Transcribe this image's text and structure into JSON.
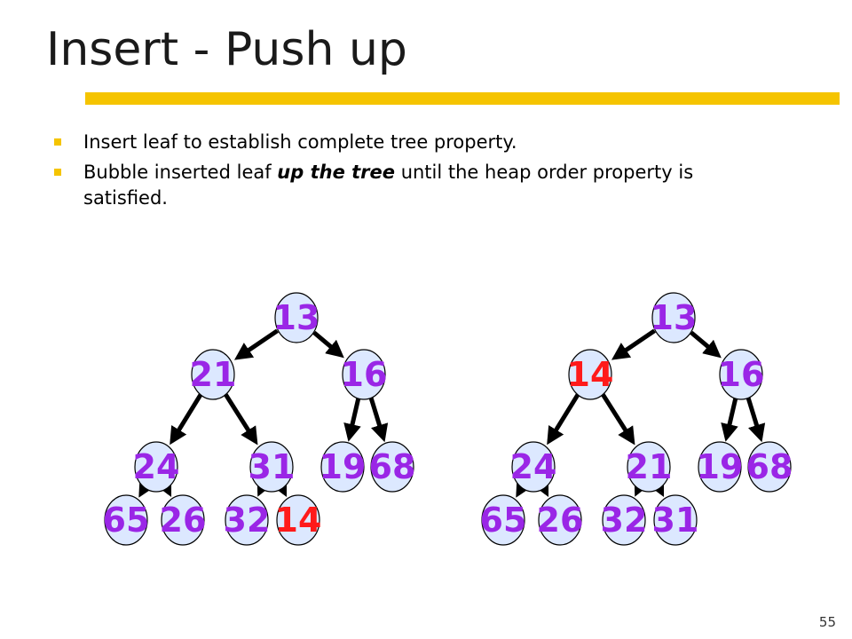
{
  "slide": {
    "title": "Insert - Push up",
    "bullets": [
      {
        "pre": "Insert leaf to establish complete tree property.",
        "em": "",
        "post": ""
      },
      {
        "pre": "Bubble inserted leaf ",
        "em": "up the tree",
        "post": " until the heap order property is satisfied."
      }
    ],
    "page_number": "55"
  },
  "colors": {
    "accent_bar": "#f5c400",
    "bullet": "#f5c400",
    "node_fill": "#dce8ff",
    "node_stroke": "#000000",
    "label_default": "#9a26e6",
    "label_highlight": "#ff1a1a",
    "edge": "#000000"
  },
  "trees": [
    {
      "name": "before",
      "nodes": [
        {
          "id": "r",
          "label": "13",
          "highlight": false
        },
        {
          "id": "a",
          "label": "21",
          "highlight": false
        },
        {
          "id": "b",
          "label": "16",
          "highlight": false
        },
        {
          "id": "c",
          "label": "24",
          "highlight": false
        },
        {
          "id": "d",
          "label": "31",
          "highlight": false
        },
        {
          "id": "e",
          "label": "19",
          "highlight": false
        },
        {
          "id": "f",
          "label": "68",
          "highlight": false
        },
        {
          "id": "g",
          "label": "65",
          "highlight": false
        },
        {
          "id": "h",
          "label": "26",
          "highlight": false
        },
        {
          "id": "i",
          "label": "32",
          "highlight": false
        },
        {
          "id": "j",
          "label": "14",
          "highlight": true
        }
      ],
      "edges": [
        [
          "r",
          "a"
        ],
        [
          "r",
          "b"
        ],
        [
          "a",
          "c"
        ],
        [
          "a",
          "d"
        ],
        [
          "b",
          "e"
        ],
        [
          "b",
          "f"
        ],
        [
          "c",
          "g"
        ],
        [
          "c",
          "h"
        ],
        [
          "d",
          "i"
        ],
        [
          "d",
          "j"
        ]
      ]
    },
    {
      "name": "after",
      "nodes": [
        {
          "id": "r",
          "label": "13",
          "highlight": false
        },
        {
          "id": "a",
          "label": "14",
          "highlight": true
        },
        {
          "id": "b",
          "label": "16",
          "highlight": false
        },
        {
          "id": "c",
          "label": "24",
          "highlight": false
        },
        {
          "id": "d",
          "label": "21",
          "highlight": false
        },
        {
          "id": "e",
          "label": "19",
          "highlight": false
        },
        {
          "id": "f",
          "label": "68",
          "highlight": false
        },
        {
          "id": "g",
          "label": "65",
          "highlight": false
        },
        {
          "id": "h",
          "label": "26",
          "highlight": false
        },
        {
          "id": "i",
          "label": "32",
          "highlight": false
        },
        {
          "id": "j",
          "label": "31",
          "highlight": false
        }
      ],
      "edges": [
        [
          "r",
          "a"
        ],
        [
          "r",
          "b"
        ],
        [
          "a",
          "c"
        ],
        [
          "a",
          "d"
        ],
        [
          "b",
          "e"
        ],
        [
          "b",
          "f"
        ],
        [
          "c",
          "g"
        ],
        [
          "c",
          "h"
        ],
        [
          "d",
          "i"
        ],
        [
          "d",
          "j"
        ]
      ]
    }
  ]
}
